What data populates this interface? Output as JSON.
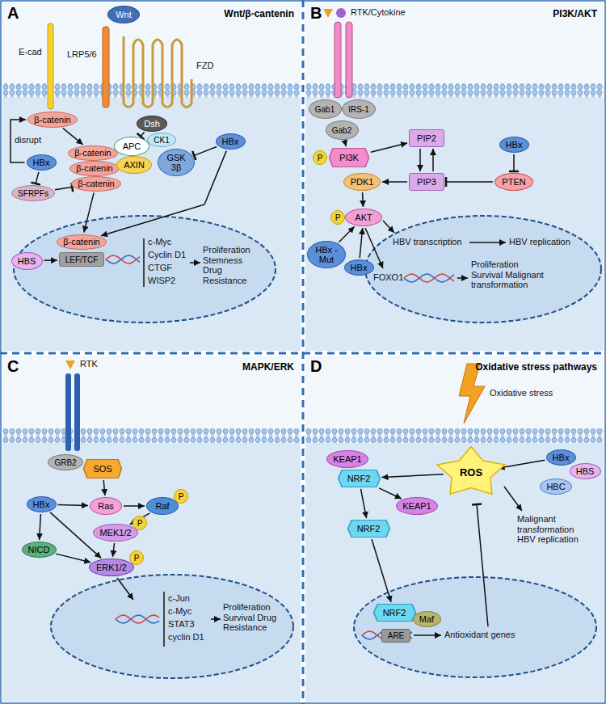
{
  "diagram": {
    "nodes": [
      {
        "text": [
          "A",
          "Wnt/β-cantenin"
        ]
      },
      {
        "text": [
          "Wnt"
        ],
        "in": 0
      },
      {
        "text": [
          "Dsh"
        ],
        "in": 0
      },
      {
        "text": [
          "β-catenin"
        ],
        "in": 0
      },
      {
        "text": [
          "HBx"
        ],
        "in": 0
      },
      {
        "text": [
          "SFRPFs"
        ],
        "in": 0
      },
      {
        "text": [
          "β-catenin"
        ],
        "in": 0
      },
      {
        "text": [
          "β-catenin"
        ],
        "in": 0
      },
      {
        "text": [
          "β-catenin"
        ],
        "in": 0
      },
      {
        "text": [
          "APC"
        ],
        "in": 0
      },
      {
        "text": [
          "CK1"
        ],
        "in": 0
      },
      {
        "text": [
          "AXIN"
        ],
        "in": 0
      },
      {
        "text": [
          "GSK 3β"
        ],
        "in": 0
      },
      {
        "text": [
          "HBx"
        ],
        "in": 0
      },
      {
        "text": [
          "HBS"
        ],
        "in": 0
      },
      {
        "text": [
          "β-catenin"
        ],
        "in": 0
      },
      {
        "text": [
          "LEF/TCF"
        ],
        "in": 0
      },
      {
        "text": [
          "B",
          "PI3K/AKT"
        ]
      },
      {
        "text": [
          "Gab1"
        ],
        "in": 17
      },
      {
        "text": [
          "Gab2"
        ],
        "in": 17
      },
      {
        "text": [
          "IRS-1"
        ],
        "in": 17
      },
      {
        "text": [
          "P"
        ],
        "in": 17
      },
      {
        "text": [
          "PI3K"
        ],
        "in": 17
      },
      {
        "text": [
          "PIP2"
        ],
        "in": 17
      },
      {
        "text": [
          "PIP3"
        ],
        "in": 17
      },
      {
        "text": [
          "HBx"
        ],
        "in": 17
      },
      {
        "text": [
          "PTEN"
        ],
        "in": 17
      },
      {
        "text": [
          "PDK1"
        ],
        "in": 17
      },
      {
        "text": [
          "P"
        ],
        "in": 17
      },
      {
        "text": [
          "AKT"
        ],
        "in": 17
      },
      {
        "text": [
          "HBx -Mut"
        ],
        "in": 17
      },
      {
        "text": [
          "HBx"
        ],
        "in": 17
      },
      {
        "text": [
          "C",
          "MAPK/ERK"
        ]
      },
      {
        "text": [
          "GRB2"
        ],
        "in": 32
      },
      {
        "text": [
          "SOS"
        ],
        "in": 32
      },
      {
        "text": [
          "Ras"
        ],
        "in": 32
      },
      {
        "text": [
          "Raf"
        ],
        "in": 32
      },
      {
        "text": [
          "P"
        ],
        "in": 32
      },
      {
        "text": [
          "HBx"
        ],
        "in": 32
      },
      {
        "text": [
          "NICD"
        ],
        "in": 32
      },
      {
        "text": [
          "P"
        ],
        "in": 32
      },
      {
        "text": [
          "MEK1/2"
        ],
        "in": 32
      },
      {
        "text": [
          "P"
        ],
        "in": 32
      },
      {
        "text": [
          "ERK1/2"
        ],
        "in": 32
      },
      {
        "text": [
          "D",
          "Oxidative stress pathways"
        ]
      },
      {
        "text": [
          "KEAP1"
        ],
        "in": 44
      },
      {
        "text": [
          "NRF2"
        ],
        "in": 44
      },
      {
        "text": [
          "ROS"
        ],
        "in": 44
      },
      {
        "text": [
          "HBx"
        ],
        "in": 44
      },
      {
        "text": [
          "HBS"
        ],
        "in": 44
      },
      {
        "text": [
          "HBC"
        ],
        "in": 44
      },
      {
        "text": [
          "KEAP1"
        ],
        "in": 44
      },
      {
        "text": [
          "NRF2"
        ],
        "in": 44
      },
      {
        "text": [
          "NRF2"
        ],
        "in": 44
      },
      {
        "text": [
          "Maf"
        ],
        "in": 44
      },
      {
        "text": [
          "ARE"
        ],
        "in": 44
      }
    ],
    "edges": [
      {
        "from": 4,
        "to": 3,
        "label": "disrupt",
        "arrow": "to"
      },
      {
        "from": 3,
        "to": 6,
        "arrow": "to"
      },
      {
        "from": 4,
        "to": 5,
        "arrow": "to"
      },
      {
        "from": 5,
        "to": 8,
        "arrow": "to"
      },
      {
        "from": 8,
        "to": 15,
        "arrow": "to"
      },
      {
        "from": 2,
        "to": 9,
        "arrow": "to"
      },
      {
        "from": 13,
        "to": 12,
        "arrow": "to"
      },
      {
        "from": 13,
        "to": 15,
        "arrow": "to"
      },
      {
        "from": 14,
        "to": 16,
        "arrow": "to"
      },
      {
        "from": 19,
        "to": 22,
        "arrow": "to"
      },
      {
        "from": 22,
        "to": 23,
        "arrow": "to"
      },
      {
        "from": 23,
        "to": 24,
        "arrow": "to"
      },
      {
        "from": 24,
        "to": 23,
        "arrow": "to"
      },
      {
        "from": 26,
        "to": 24,
        "arrow": "to"
      },
      {
        "from": 25,
        "to": 26,
        "arrow": "to"
      },
      {
        "from": 24,
        "to": 27,
        "arrow": "to"
      },
      {
        "from": 27,
        "to": 29,
        "arrow": "to"
      },
      {
        "from": 30,
        "to": 29,
        "arrow": "to"
      },
      {
        "from": 31,
        "to": 29,
        "arrow": "to"
      },
      {
        "from": 34,
        "to": 35,
        "arrow": "to"
      },
      {
        "from": 35,
        "to": 36,
        "arrow": "to"
      },
      {
        "from": 36,
        "to": 41,
        "arrow": "to"
      },
      {
        "from": 41,
        "to": 43,
        "arrow": "to"
      },
      {
        "from": 38,
        "to": 35,
        "arrow": "to"
      },
      {
        "from": 38,
        "to": 39,
        "arrow": "to"
      },
      {
        "from": 38,
        "to": 43,
        "arrow": "to"
      },
      {
        "from": 39,
        "to": 43,
        "arrow": "to"
      },
      {
        "from": 47,
        "to": 46,
        "arrow": "to"
      },
      {
        "from": 46,
        "to": 51,
        "arrow": "to"
      },
      {
        "from": 46,
        "to": 52,
        "arrow": "to"
      },
      {
        "from": 52,
        "to": 53,
        "arrow": "to"
      },
      {
        "from": 48,
        "to": 47,
        "arrow": "to"
      }
    ],
    "labels": [
      "E-cad",
      "LRP5/6",
      "FZD",
      "c-Myc",
      "Cyclin D1",
      "CTGF",
      "WISP2",
      "Proliferation Stemness Drug Resistance",
      "RTK/Cytokine",
      "HBV transcription",
      "HBV replication",
      "FOXO1",
      "Proliferation Survival Malignant transformation",
      "RTK",
      "c-Jun",
      "c-Myc",
      "STAT3",
      "cyclin D1",
      "Proliferation Survival Drug Resistance",
      "Oxidative stress",
      "Malignant transformation HBV replication",
      "Antioxidant genes"
    ]
  }
}
